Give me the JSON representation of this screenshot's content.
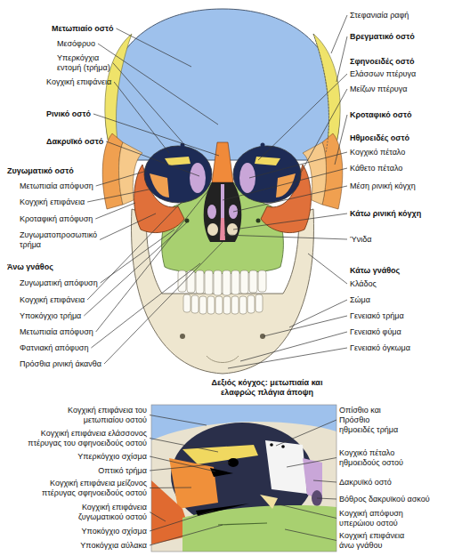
{
  "diagram": {
    "labels": [
      "Μετωπιαίο οστό",
      "Μεσόφρυο",
      "Υπερκόγχια εντομή (τρήμα)",
      "Κογχική επιφάνεια",
      "Ρινικό οστό",
      "Δακρυϊκό οστό",
      "Ζυγωματικό οστό",
      "Μετωπιαία απόφυση",
      "Κογχική επιφάνεια",
      "Κροταφική απόφυση",
      "Ζυγωματοπροσωπικό τρήμα",
      "Άνω γνάθος",
      "Ζυγωματική απόφυση",
      "Κογχική επιφάνεια",
      "Υποκόγχιο τρήμα",
      "Μετωπιαία απόφυση",
      "Φατνιακή απόφυση",
      "Πρόσθια ρινική άκανθα",
      "Στεφανιαία ραφή",
      "Βρεγματικό οστό",
      "Σφηνοειδές οστό",
      "Ελάσσων πτέρυγα",
      "Μείζων πτέρυγα",
      "Κροταφικό οστό",
      "Ηθμοειδές οστό",
      "Κογχικό πέταλο",
      "Κάθετο πέταλο",
      "Μέση ρινική κόγχη",
      "Κάτω ρινική κόγχη",
      "Ύνιδα",
      "Κάτω γνάθος",
      "Κλάδος",
      "Σώμα",
      "Γενειακό τρήμα",
      "Γενειακό φύμα",
      "Γενειακό όγκωμα",
      "Δεξιός κόγχος: μετωπιαία και ελαφρώς πλάγια άποψη",
      "Κογχική επιφάνεια του μετωπιαίου οστού",
      "Κογχική επιφάνεια ελάσσονος πτέρυγας του σφηνοειδούς οστού",
      "Υπερκόγχιο σχίσμα",
      "Οπτικό τρήμα",
      "Κογχική επιφάνεια μείζονος πτέρυγας σφηνοειδούς οστού",
      "Κογχική επιφάνεια ζυγωματικού οστού",
      "Υποκόγχιο σχίσμα",
      "Υποκόγχια αύλακα",
      "Οπίσθιο και Πρόσθιο ηθμοειδές τρήμα",
      "Κογχικό πέταλο ηθμοειδούς οστού",
      "Δακρυϊκό οστό",
      "Βόθρος δακρυϊκού ασκού",
      "Κογχική απόφυση υπερώιου οστού",
      "Κογχική επιφάνεια άνω γνάθου"
    ]
  }
}
